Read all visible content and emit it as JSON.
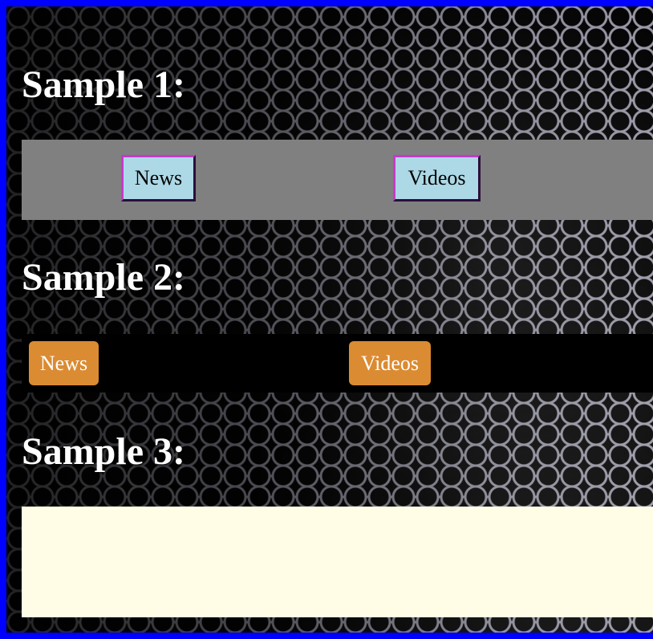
{
  "colors": {
    "page_border": "#0000ff",
    "sample1_bar": "#808080",
    "sample1_button_bg": "#add8e6",
    "sample1_button_border_light": "#c73ac9",
    "sample2_bar": "#000000",
    "sample2_button_bg": "#db8b32",
    "sample3_bar": "#fffde6",
    "heading_text": "#ffffff"
  },
  "samples": [
    {
      "heading": "Sample 1:",
      "nav": {
        "items": [
          {
            "label": "News"
          },
          {
            "label": "Videos"
          }
        ]
      }
    },
    {
      "heading": "Sample 2:",
      "nav": {
        "items": [
          {
            "label": "News"
          },
          {
            "label": "Videos"
          }
        ]
      }
    },
    {
      "heading": "Sample 3:",
      "nav": {
        "items": []
      }
    }
  ]
}
